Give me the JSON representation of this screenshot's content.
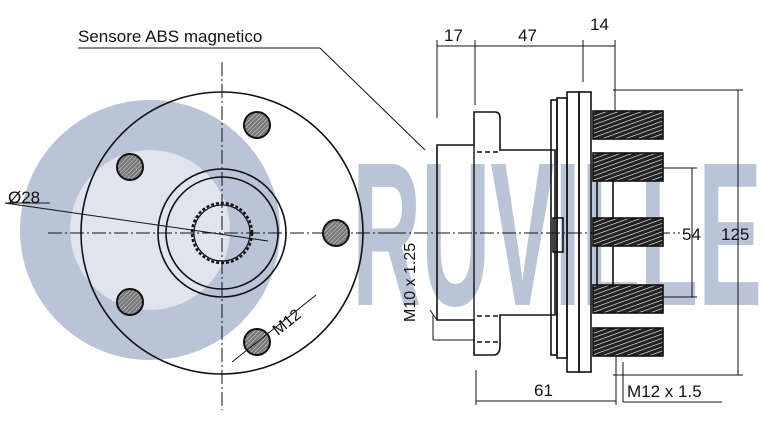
{
  "diagram": {
    "title": "Wheel hub technical drawing",
    "watermark": {
      "text": "RUVILLE",
      "color": "#b9c4d7"
    },
    "colors": {
      "line": "#111111",
      "background": "#ffffff",
      "watermark": "#b9c4d7"
    },
    "labels": {
      "sensor_note": "Sensore ABS magnetico",
      "bore_diameter": "Ø28",
      "bolt_thread_front": "M12",
      "side_thread": "M10 x 1.25",
      "stud_thread": "M12 x 1.5"
    },
    "dimensions": {
      "top_1": "17",
      "top_2": "47",
      "top_3": "14",
      "bolt_circle": "54",
      "overall_height": "125",
      "bottom_length": "61"
    }
  }
}
